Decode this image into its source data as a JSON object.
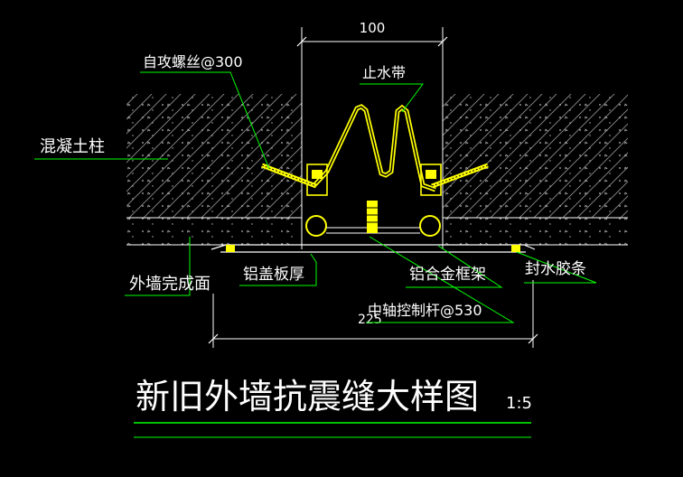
{
  "labels": {
    "dim_top": "100",
    "dim_bottom": "225",
    "screw": "自攻螺丝@300",
    "waterstop": "止水带",
    "concrete": "混凝土柱",
    "wall_finish": "外墙完成面",
    "al_cover": "铝盖板厚",
    "al_frame": "铝合金框架",
    "sealant": "封水胶条",
    "center_rod": "中轴控制杆@530"
  },
  "title": {
    "main": "新旧外墙抗震缝大样图",
    "scale": "1:5"
  },
  "colors": {
    "background": "#000000",
    "line": "#ffffff",
    "leader": "#00ff00",
    "hatch": "#8a8a8a",
    "detail": "#ffff00",
    "fill": "#ffff00"
  }
}
